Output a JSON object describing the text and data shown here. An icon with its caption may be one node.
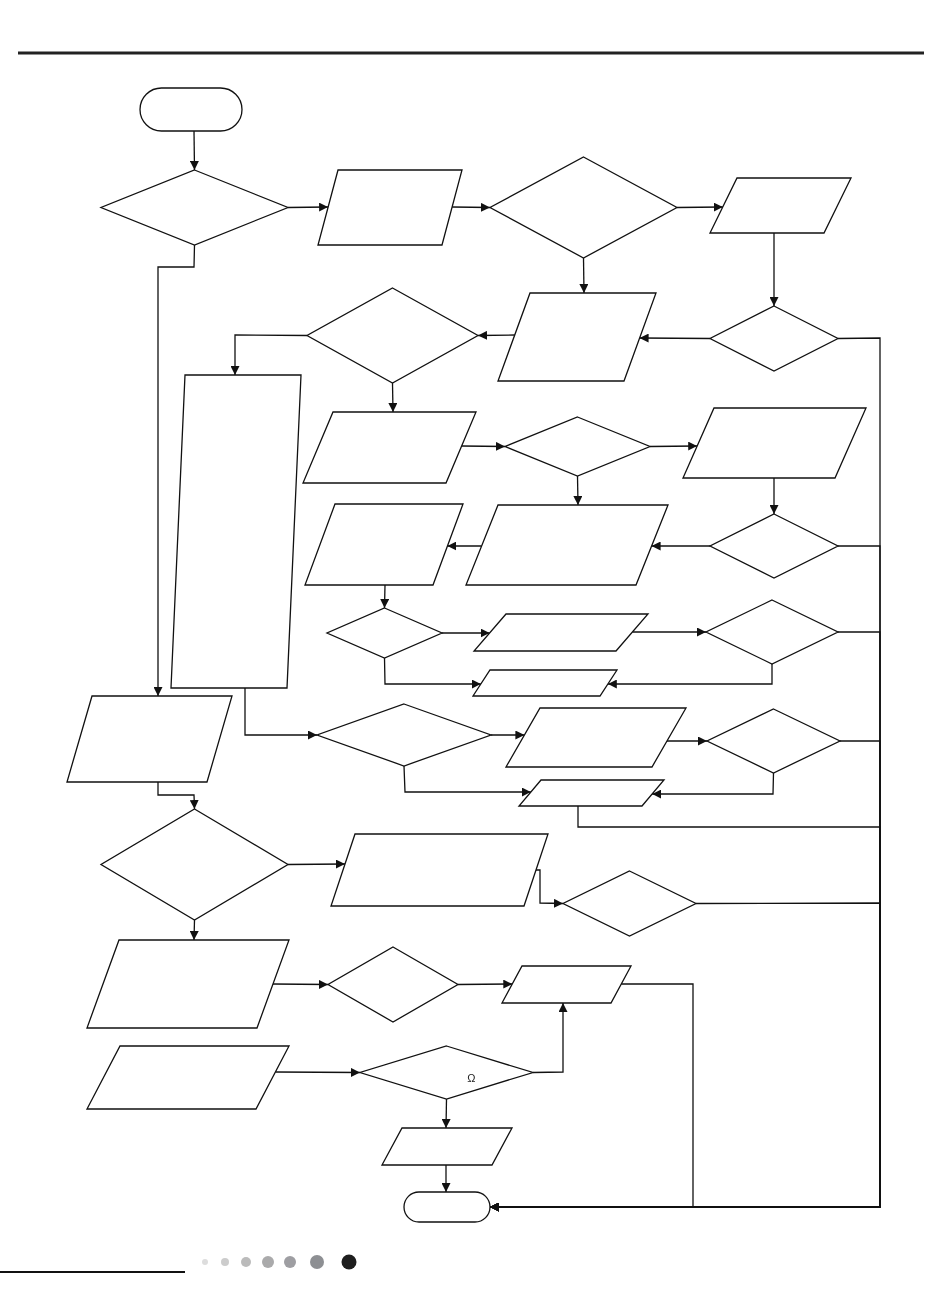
{
  "diagram": {
    "nodes": [
      {
        "text": [],
        "shape": "capsule"
      },
      {
        "text": [],
        "shape": "diamond"
      },
      {
        "text": [],
        "shape": "parallelogram"
      },
      {
        "text": [],
        "shape": "diamond"
      },
      {
        "text": [],
        "shape": "parallelogram"
      },
      {
        "text": [],
        "shape": "diamond"
      },
      {
        "text": [],
        "shape": "parallelogram"
      },
      {
        "text": [],
        "shape": "diamond"
      },
      {
        "text": [],
        "shape": "parallelogram"
      },
      {
        "text": [],
        "shape": "parallelogram"
      },
      {
        "text": [],
        "shape": "diamond"
      },
      {
        "text": [],
        "shape": "parallelogram"
      },
      {
        "text": [],
        "shape": "parallelogram"
      },
      {
        "text": [],
        "shape": "parallelogram"
      },
      {
        "text": [],
        "shape": "diamond"
      },
      {
        "text": [],
        "shape": "diamond"
      },
      {
        "text": [],
        "shape": "parallelogram"
      },
      {
        "text": [],
        "shape": "diamond"
      },
      {
        "text": [],
        "shape": "parallelogram"
      },
      {
        "text": [],
        "shape": "parallelogram"
      },
      {
        "text": [],
        "shape": "diamond"
      },
      {
        "text": [],
        "shape": "parallelogram"
      },
      {
        "text": [],
        "shape": "diamond"
      },
      {
        "text": [],
        "shape": "parallelogram"
      },
      {
        "text": [],
        "shape": "diamond"
      },
      {
        "text": [],
        "shape": "parallelogram"
      },
      {
        "text": [],
        "shape": "diamond"
      },
      {
        "text": [],
        "shape": "parallelogram"
      },
      {
        "text": [],
        "shape": "diamond"
      },
      {
        "text": [],
        "shape": "parallelogram"
      },
      {
        "text": [],
        "shape": "parallelogram"
      },
      {
        "text": [
          "Ω"
        ]
      },
      {
        "text": [],
        "shape": "parallelogram"
      },
      {
        "text": [],
        "shape": "capsule"
      }
    ],
    "edges": [
      {
        "from": 0,
        "to": 1,
        "arrow": "to"
      },
      {
        "from": 1,
        "to": 2,
        "arrow": "to"
      },
      {
        "from": 2,
        "to": 3,
        "arrow": "to"
      },
      {
        "from": 3,
        "to": 4,
        "arrow": "to"
      },
      {
        "from": 3,
        "to": 6,
        "arrow": "to"
      },
      {
        "from": 4,
        "to": 7,
        "arrow": "to"
      },
      {
        "from": 7,
        "to": 6,
        "arrow": "to"
      },
      {
        "from": 7,
        "to": 33,
        "arrow": "to"
      },
      {
        "from": 6,
        "to": 5,
        "arrow": "to"
      },
      {
        "from": 5,
        "to": 8,
        "arrow": "to"
      },
      {
        "from": 5,
        "to": 9,
        "arrow": "to"
      },
      {
        "from": 9,
        "to": 10,
        "arrow": "to"
      },
      {
        "from": 10,
        "to": 11,
        "arrow": "to"
      },
      {
        "from": 10,
        "to": 13,
        "arrow": "to"
      },
      {
        "from": 11,
        "to": 14,
        "arrow": "to"
      },
      {
        "from": 14,
        "to": 13,
        "arrow": "to"
      },
      {
        "from": 14,
        "to": 33,
        "arrow": "to"
      },
      {
        "from": 13,
        "to": 12,
        "arrow": "to"
      },
      {
        "from": 12,
        "to": 15,
        "arrow": "to"
      },
      {
        "from": 15,
        "to": 16,
        "arrow": "to"
      },
      {
        "from": 15,
        "to": 18,
        "arrow": "to"
      },
      {
        "from": 16,
        "to": 17,
        "arrow": "to"
      },
      {
        "from": 17,
        "to": 33,
        "arrow": "to"
      },
      {
        "from": 17,
        "to": 18,
        "arrow": "to"
      },
      {
        "from": 8,
        "to": 20,
        "arrow": "to"
      },
      {
        "from": 20,
        "to": 21,
        "arrow": "to"
      },
      {
        "from": 20,
        "to": 23,
        "arrow": "to"
      },
      {
        "from": 21,
        "to": 22,
        "arrow": "to"
      },
      {
        "from": 22,
        "to": 33,
        "arrow": "to"
      },
      {
        "from": 22,
        "to": 23,
        "arrow": "to"
      },
      {
        "from": 23,
        "to": 33,
        "arrow": "to"
      },
      {
        "from": 1,
        "to": 19,
        "arrow": "to"
      },
      {
        "from": 19,
        "to": 24,
        "arrow": "to"
      },
      {
        "from": 24,
        "to": 25,
        "arrow": "to"
      },
      {
        "from": 25,
        "to": 26,
        "arrow": "to"
      },
      {
        "from": 26,
        "to": 33,
        "arrow": "to"
      },
      {
        "from": 24,
        "to": 27,
        "arrow": "to"
      },
      {
        "from": 27,
        "to": 28,
        "arrow": "to"
      },
      {
        "from": 28,
        "to": 29,
        "arrow": "to"
      },
      {
        "from": 29,
        "to": 33,
        "arrow": "to"
      },
      {
        "from": 30,
        "to": 31,
        "arrow": "to"
      },
      {
        "from": 31,
        "to": 29,
        "arrow": "to"
      },
      {
        "from": 31,
        "to": 32,
        "arrow": "to"
      },
      {
        "from": 32,
        "to": 33,
        "arrow": "to"
      }
    ]
  }
}
